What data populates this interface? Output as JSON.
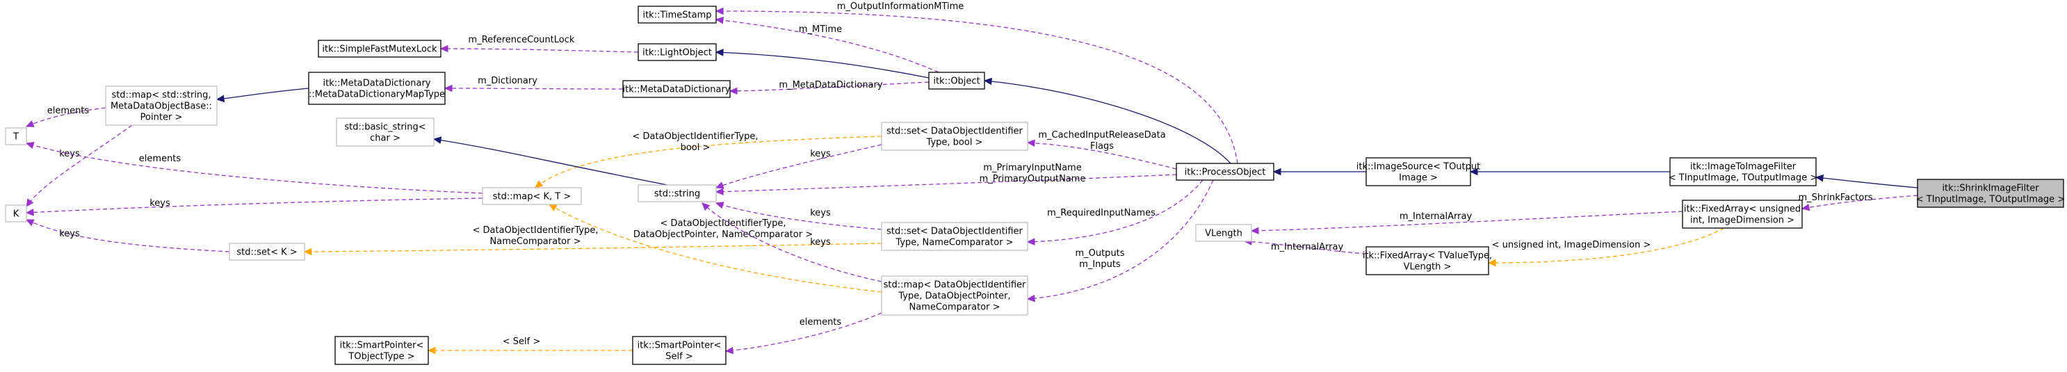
{
  "nodes": {
    "shrink": [
      "itk::ShrinkImageFilter",
      "< TInputImage, TOutputImage >"
    ],
    "img2img": [
      "itk::ImageToImageFilter",
      "< TInputImage, TOutputImage >"
    ],
    "imgsrc": [
      "itk::ImageSource< TOutput",
      "Image >"
    ],
    "procobj": [
      "itk::ProcessObject"
    ],
    "object": [
      "itk::Object"
    ],
    "lightobj": [
      "itk::LightObject"
    ],
    "timestamp": [
      "itk::TimeStamp"
    ],
    "mutex": [
      "itk::SimpleFastMutexLock"
    ],
    "mdd": [
      "itk::MetaDataDictionary"
    ],
    "mddmap": [
      "itk::MetaDataDictionary",
      "::MetaDataDictionaryMapType"
    ],
    "stdmapmeta": [
      "std::map< std::string,",
      "MetaDataObjectBase::",
      "Pointer >"
    ],
    "T": [
      "T"
    ],
    "K": [
      "K"
    ],
    "basicstring": [
      "std::basic_string<",
      "char >"
    ],
    "stdstring": [
      "std::string"
    ],
    "mapKT": [
      "std::map< K, T >"
    ],
    "setK": [
      "std::set< K >"
    ],
    "setbool": [
      "std::set< DataObjectIdentifier",
      "Type, bool >"
    ],
    "setname": [
      "std::set< DataObjectIdentifier",
      "Type, NameComparator >"
    ],
    "mapdop": [
      "std::map< DataObjectIdentifier",
      "Type, DataObjectPointer,",
      "NameComparator >"
    ],
    "spself": [
      "itk::SmartPointer<",
      "Self >"
    ],
    "spobj": [
      "itk::SmartPointer<",
      "TObjectType >"
    ],
    "fixedarr": [
      "itk::FixedArray< unsigned",
      "int, ImageDimension >"
    ],
    "vlength": [
      "VLength"
    ],
    "fixedarrT": [
      "itk::FixedArray< TValueType,",
      "VLength >"
    ]
  },
  "edges": {
    "m_shrink": [
      "m_ShrinkFactors"
    ],
    "m_outinfo": [
      "m_OutputInformationMTime"
    ],
    "m_mtime": [
      "m_MTime"
    ],
    "m_refcount": [
      "m_ReferenceCountLock"
    ],
    "m_dict": [
      "m_Dictionary"
    ],
    "m_mdd": [
      "m_MetaDataDictionary"
    ],
    "el_meta": [
      "elements"
    ],
    "keys_meta": [
      "keys"
    ],
    "t_mapbool": [
      "< DataObjectIdentifierType,",
      "bool >"
    ],
    "m_cached": [
      "m_CachedInputReleaseData",
      "Flags"
    ],
    "keys_setbool": [
      "keys"
    ],
    "m_primary": [
      "m_PrimaryInputName",
      "m_PrimaryOutputName"
    ],
    "el_mapKT": [
      "elements"
    ],
    "keys_mapKT": [
      "keys"
    ],
    "keys_setK": [
      "keys"
    ],
    "t_setname": [
      "< DataObjectIdentifierType,",
      "NameComparator >"
    ],
    "t_mapdop": [
      "< DataObjectIdentifierType,",
      "DataObjectPointer, NameComparator >"
    ],
    "keys_setname": [
      "keys"
    ],
    "m_required": [
      "m_RequiredInputNames"
    ],
    "keys_mapdop": [
      "keys"
    ],
    "m_outputs": [
      "m_Outputs",
      "m_Inputs"
    ],
    "el_mapdop": [
      "elements"
    ],
    "t_self": [
      "< Self >"
    ],
    "m_internal": [
      "m_InternalArray"
    ],
    "t_fixed": [
      "< unsigned int, ImageDimension >"
    ],
    "m_internal2": [
      "m_InternalArray"
    ]
  }
}
